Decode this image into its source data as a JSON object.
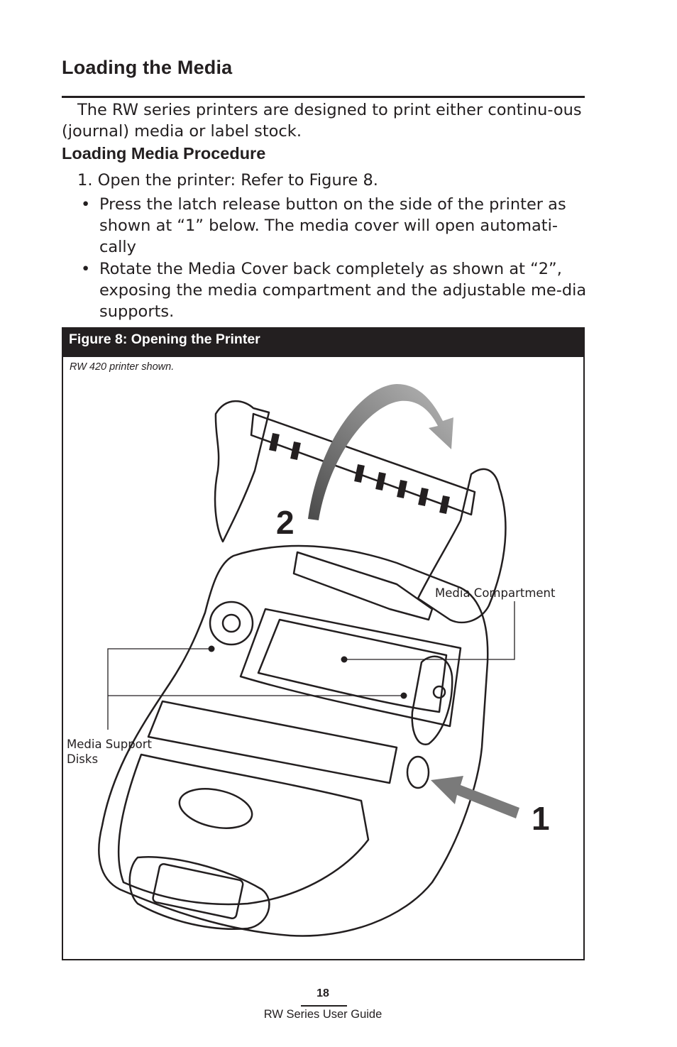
{
  "section_title": "Loading the Media",
  "intro": "The RW series printers are designed to print either continu-ous (journal) media or label stock.",
  "procedure_heading": "Loading Media Procedure",
  "step_1": "1. Open the printer: Refer to Figure 8.",
  "bullets": [
    "Press the latch release button on the side of the printer as shown at “1” below.  The media cover will open automati-cally",
    "Rotate the Media Cover back completely as shown at “2”, exposing the media compartment and the adjustable me-dia supports."
  ],
  "bullet_glyph": "•",
  "figure": {
    "heading": "Figure 8: Opening the Printer",
    "note": "RW 420 printer shown.",
    "callouts": {
      "media_compartment": "Media Compartment",
      "media_support_disks": "Media Support Disks"
    },
    "markers": {
      "latch": "1",
      "cover": "2"
    }
  },
  "footer": {
    "page_number": "18",
    "guide_title": "RW Series User Guide"
  }
}
